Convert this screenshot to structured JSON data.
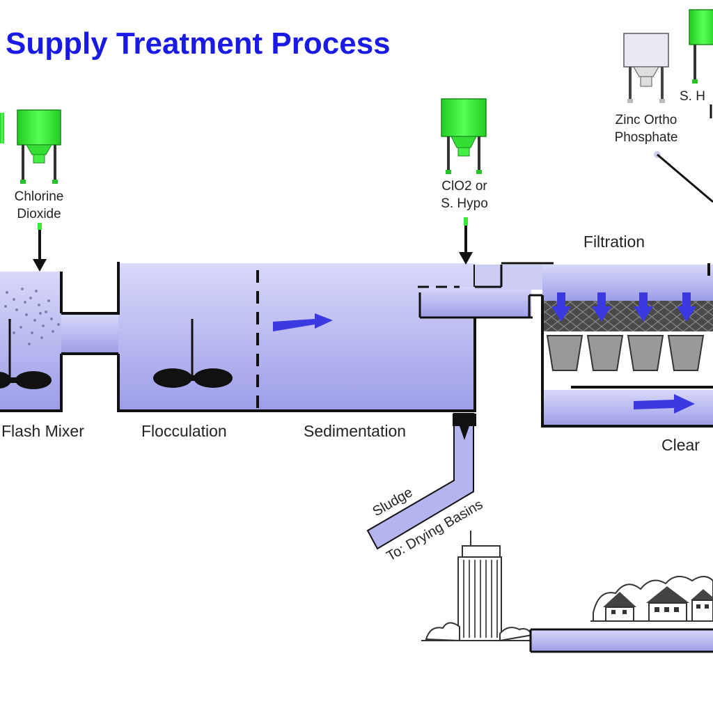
{
  "title": "Supply Treatment Process",
  "labels": {
    "chlorine_dioxide_1": "Chlorine",
    "chlorine_dioxide_2": "Dioxide",
    "clo2_1": "ClO2 or",
    "clo2_2": "S. Hypo",
    "zinc_1": "Zinc Ortho",
    "zinc_2": "Phosphate",
    "s_hypo_partial": "S. H",
    "filtration": "Filtration",
    "flash_mixer": "Flash Mixer",
    "flocculation": "Flocculation",
    "sedimentation": "Sedimentation",
    "clearwell_partial": "Clear",
    "sludge": "Sludge",
    "drying_basins": "To: Drying Basins"
  },
  "colors": {
    "title": "#1a1ae6",
    "water": "#c8c8f5",
    "water_dark": "#9a9ae8",
    "chemical_feeder": "#33e633",
    "chemical_feeder_grey": "#e0e0f0",
    "flow_arrow": "#3a3ae0",
    "filter_media": "#555555",
    "filter_cone": "#999999"
  },
  "icons": [
    "chemical-feeder-icon",
    "mixer-paddle-icon",
    "flow-arrow-icon",
    "city-building-icon",
    "houses-icon"
  ]
}
